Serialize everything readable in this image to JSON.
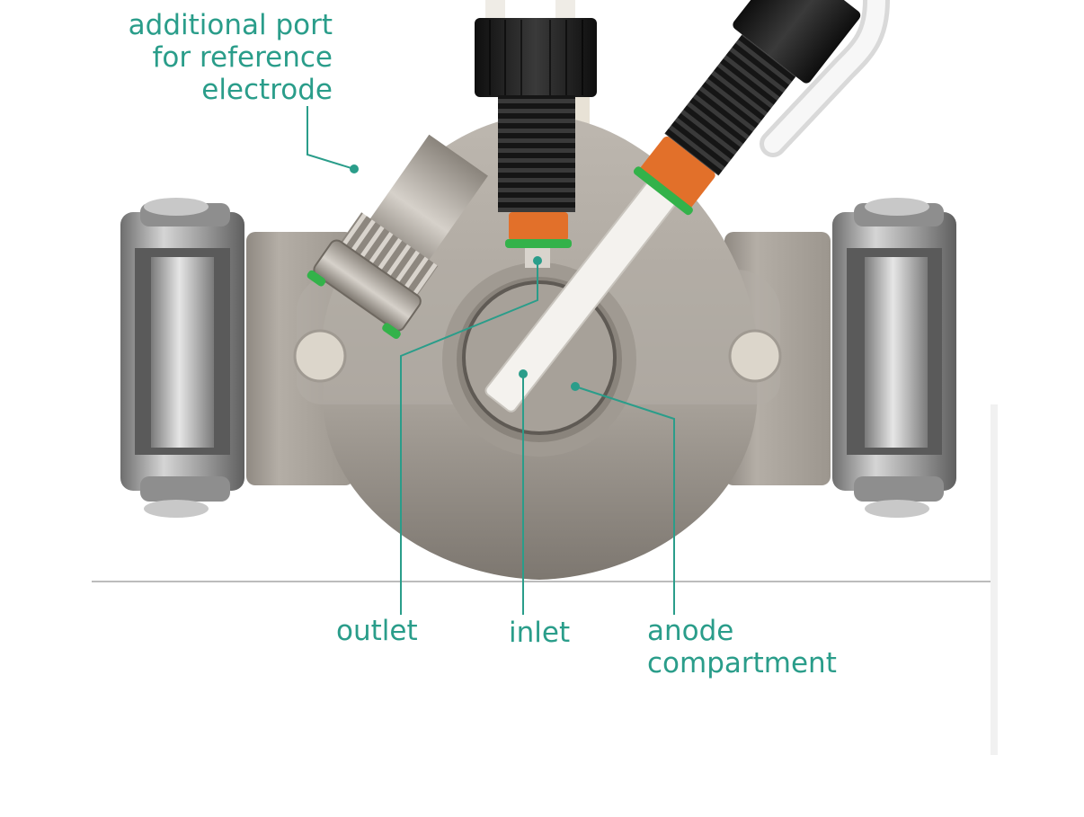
{
  "labels": {
    "reference_port": [
      "additional port",
      "for reference",
      "electrode"
    ],
    "outlet": "outlet",
    "inlet": "inlet",
    "anode_compartment": [
      "anode",
      "compartment"
    ]
  },
  "colors": {
    "annotation": "#2a9d8a",
    "gasket_green": "#33b24a",
    "nut_orange": "#e2702a",
    "body_gray": "#aba59d",
    "fitting_black": "#1e1e1e",
    "tube_white": "#f4f2ee"
  }
}
